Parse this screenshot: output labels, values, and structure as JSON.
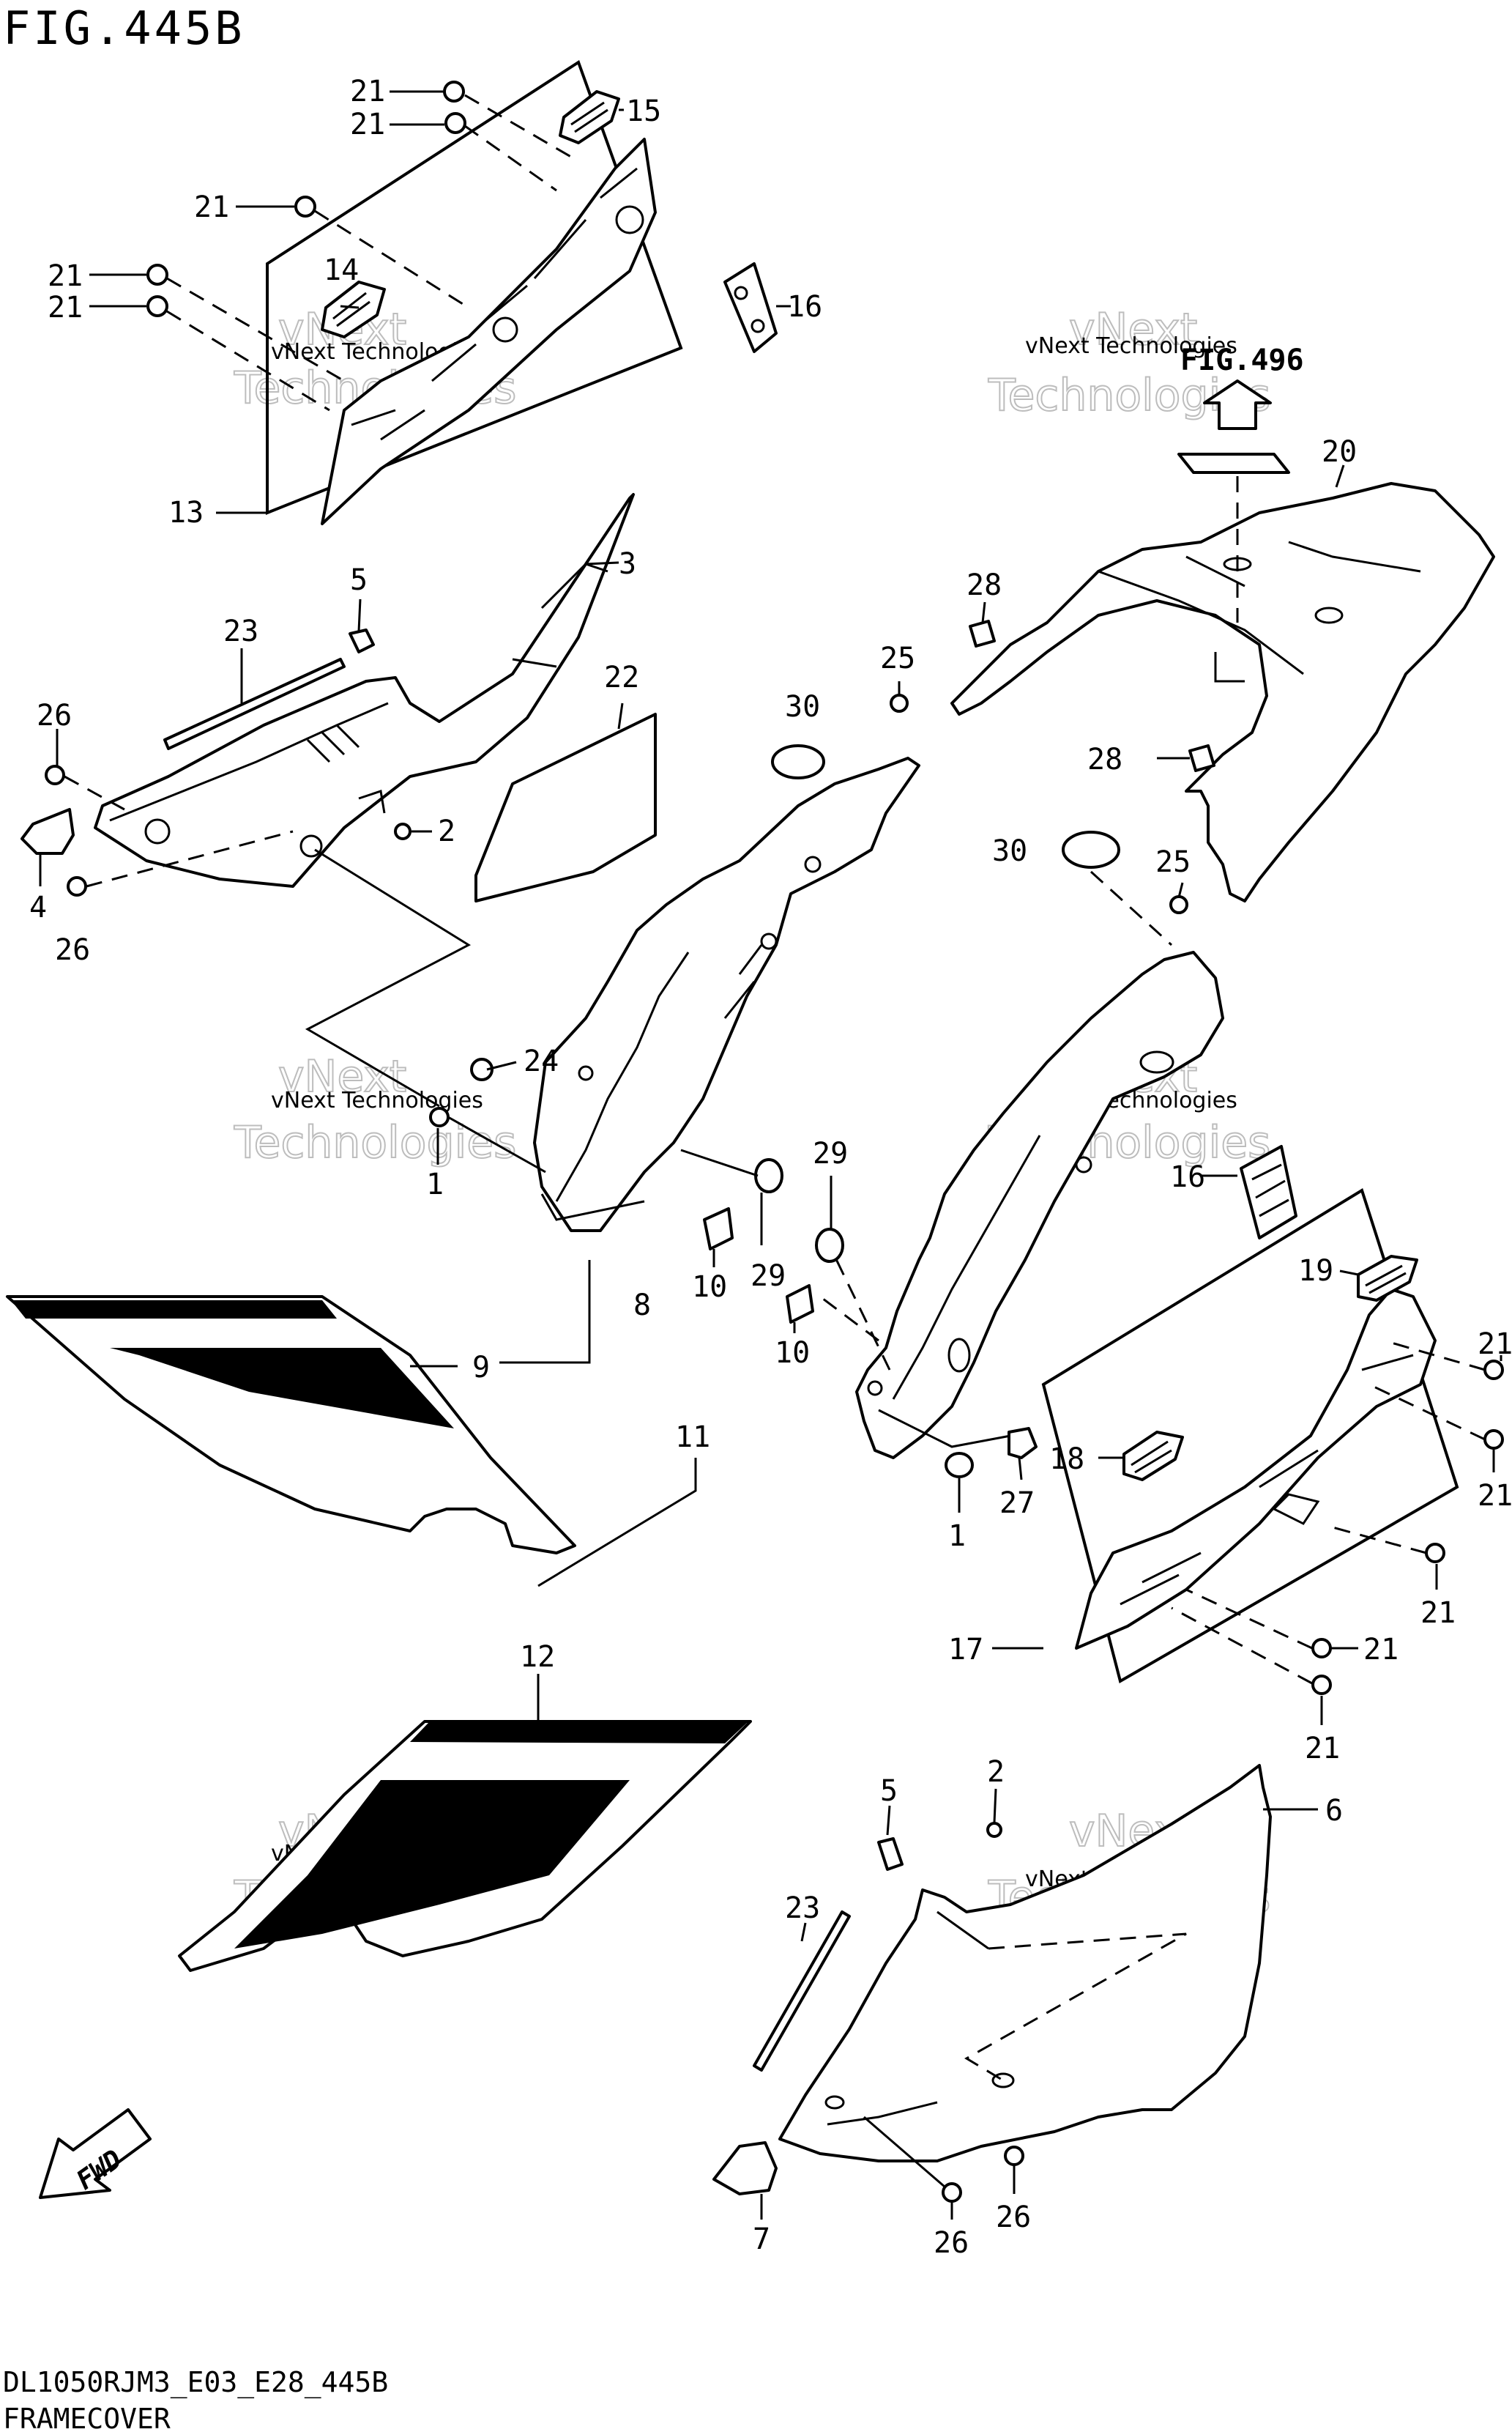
{
  "figure": {
    "title": "FIG.445B",
    "code": "DL1050RJM3_E03_E28_445B",
    "name": "FRAMECOVER",
    "reference_label": "FIG.496",
    "fwd_label": "FWD"
  },
  "watermark": {
    "line1": "vNext Technologies",
    "line2": "vNext",
    "line3": "Technologies"
  },
  "callouts": [
    {
      "id": "c-21a",
      "label": "21"
    },
    {
      "id": "c-21b",
      "label": "21"
    },
    {
      "id": "c-15",
      "label": "15"
    },
    {
      "id": "c-21c",
      "label": "21"
    },
    {
      "id": "c-21d",
      "label": "21"
    },
    {
      "id": "c-21e",
      "label": "21"
    },
    {
      "id": "c-14",
      "label": "14"
    },
    {
      "id": "c-16a",
      "label": "16"
    },
    {
      "id": "c-13",
      "label": "13"
    },
    {
      "id": "c-3",
      "label": "3"
    },
    {
      "id": "c-5a",
      "label": "5"
    },
    {
      "id": "c-23a",
      "label": "23"
    },
    {
      "id": "c-22",
      "label": "22"
    },
    {
      "id": "c-26a",
      "label": "26"
    },
    {
      "id": "c-2a",
      "label": "2"
    },
    {
      "id": "c-4",
      "label": "4"
    },
    {
      "id": "c-26b",
      "label": "26"
    },
    {
      "id": "c-20",
      "label": "20"
    },
    {
      "id": "c-28a",
      "label": "28"
    },
    {
      "id": "c-25a",
      "label": "25"
    },
    {
      "id": "c-30a",
      "label": "30"
    },
    {
      "id": "c-28b",
      "label": "28"
    },
    {
      "id": "c-30b",
      "label": "30"
    },
    {
      "id": "c-25b",
      "label": "25"
    },
    {
      "id": "c-24",
      "label": "24"
    },
    {
      "id": "c-1a",
      "label": "1"
    },
    {
      "id": "c-29a",
      "label": "29"
    },
    {
      "id": "c-29b",
      "label": "29"
    },
    {
      "id": "c-10a",
      "label": "10"
    },
    {
      "id": "c-10b",
      "label": "10"
    },
    {
      "id": "c-8",
      "label": "8"
    },
    {
      "id": "c-9",
      "label": "9"
    },
    {
      "id": "c-16b",
      "label": "16"
    },
    {
      "id": "c-19",
      "label": "19"
    },
    {
      "id": "c-21f",
      "label": "21"
    },
    {
      "id": "c-21g",
      "label": "21"
    },
    {
      "id": "c-18",
      "label": "18"
    },
    {
      "id": "c-27",
      "label": "27"
    },
    {
      "id": "c-1b",
      "label": "1"
    },
    {
      "id": "c-11",
      "label": "11"
    },
    {
      "id": "c-21h",
      "label": "21"
    },
    {
      "id": "c-17",
      "label": "17"
    },
    {
      "id": "c-21i",
      "label": "21"
    },
    {
      "id": "c-21j",
      "label": "21"
    },
    {
      "id": "c-12",
      "label": "12"
    },
    {
      "id": "c-2b",
      "label": "2"
    },
    {
      "id": "c-5b",
      "label": "5"
    },
    {
      "id": "c-6",
      "label": "6"
    },
    {
      "id": "c-23b",
      "label": "23"
    },
    {
      "id": "c-26c",
      "label": "26"
    },
    {
      "id": "c-7",
      "label": "7"
    },
    {
      "id": "c-26d",
      "label": "26"
    }
  ]
}
